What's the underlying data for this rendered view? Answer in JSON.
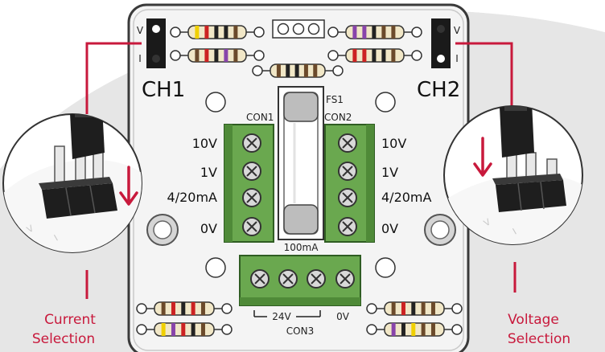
{
  "colors": {
    "accent": "#c8193c",
    "terminal_green": "#6aa84f",
    "board": "#f4f4f4",
    "background_swoosh": "#e6e6e6"
  },
  "board": {
    "ch1_label": "CH1",
    "ch2_label": "CH2",
    "jumper_v_label": "V",
    "jumper_i_label": "I",
    "fuse_label": "FS1",
    "fuse_rating": "100mA",
    "con1_label": "CON1",
    "con2_label": "CON2",
    "con3_label": "CON3",
    "left_terminals": [
      "10V",
      "1V",
      "4/20mA",
      "0V"
    ],
    "right_terminals": [
      "10V",
      "1V",
      "4/20mA",
      "0V"
    ],
    "power_plus_label": "24V",
    "power_minus_label": "0V"
  },
  "callouts": {
    "left": {
      "line1": "Current",
      "line2": "Selection",
      "icon": "down-arrow-icon"
    },
    "right": {
      "line1": "Voltage",
      "line2": "Selection",
      "icon": "down-arrow-icon"
    }
  }
}
